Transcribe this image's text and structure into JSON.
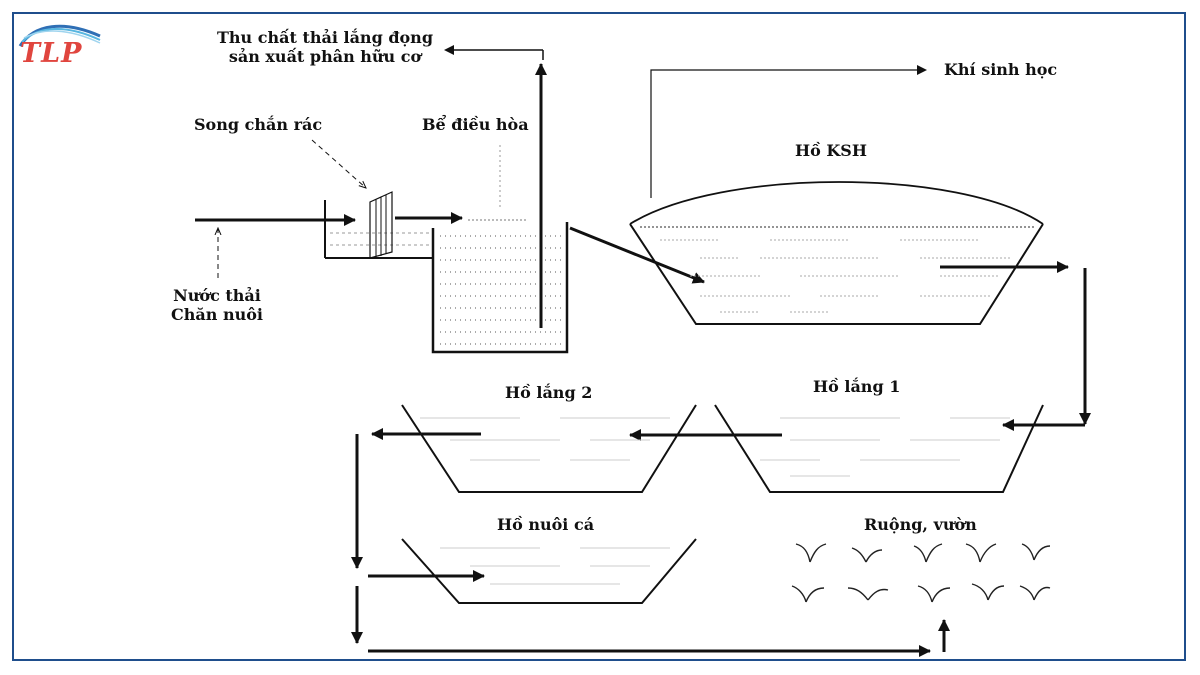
{
  "brand": {
    "logo_text": "TLP"
  },
  "labels": {
    "sediment_collect_line1": "Thu chất thải lắng đọng",
    "sediment_collect_line2": "sản xuất phân hữu cơ",
    "biogas": "Khí sinh học",
    "screen": "Song chắn rác",
    "equalization_tank": "Bể điều hòa",
    "biogas_pond": "Hồ KSH",
    "wastewater_line1": "Nước thải",
    "wastewater_line2": "Chăn nuôi",
    "settling_pond_2": "Hồ lắng 2",
    "settling_pond_1": "Hồ lắng 1",
    "fish_pond": "Hồ nuôi cá",
    "fields": "Ruộng, vườn"
  },
  "colors": {
    "frame": "#1f4e8c",
    "logo_red": "#e0453e",
    "logo_blue": "#2f6fb5",
    "logo_cyan": "#58b6e0"
  }
}
